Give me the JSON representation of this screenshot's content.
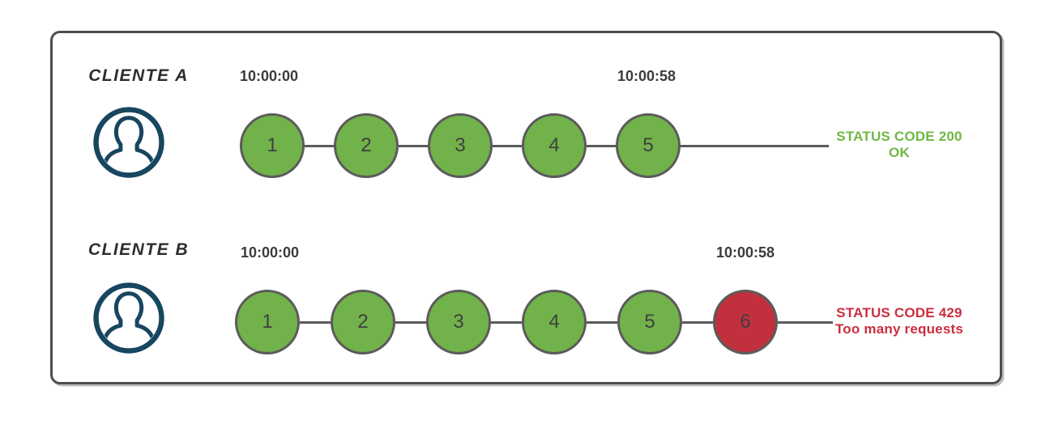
{
  "colors": {
    "ok": "#72b24a",
    "blocked": "#c2303e",
    "ok_text": "#70b845",
    "blocked_text": "#cb2e3e",
    "node_border": "#5b5b5b",
    "line": "#5b5b5b",
    "frame_border": "#4d4d4d",
    "timestamp": "#3b3b3b",
    "client_label": "#2d2d2d",
    "avatar": "#18465f",
    "node_number": "#3f3f3f"
  },
  "rows": [
    {
      "client": "CLIENTE A",
      "start_time": "10:00:00",
      "end_time": "10:00:58",
      "requests": [
        {
          "label": "1",
          "state": "ok"
        },
        {
          "label": "2",
          "state": "ok"
        },
        {
          "label": "3",
          "state": "ok"
        },
        {
          "label": "4",
          "state": "ok"
        },
        {
          "label": "5",
          "state": "ok"
        }
      ],
      "status": {
        "line1": "STATUS CODE 200",
        "line2": "OK",
        "state": "ok"
      }
    },
    {
      "client": "CLIENTE B",
      "start_time": "10:00:00",
      "end_time": "10:00:58",
      "requests": [
        {
          "label": "1",
          "state": "ok"
        },
        {
          "label": "2",
          "state": "ok"
        },
        {
          "label": "3",
          "state": "ok"
        },
        {
          "label": "4",
          "state": "ok"
        },
        {
          "label": "5",
          "state": "ok"
        },
        {
          "label": "6",
          "state": "blocked"
        }
      ],
      "status": {
        "line1": "STATUS CODE 429",
        "line2": "Too many requests",
        "state": "blocked"
      }
    }
  ]
}
